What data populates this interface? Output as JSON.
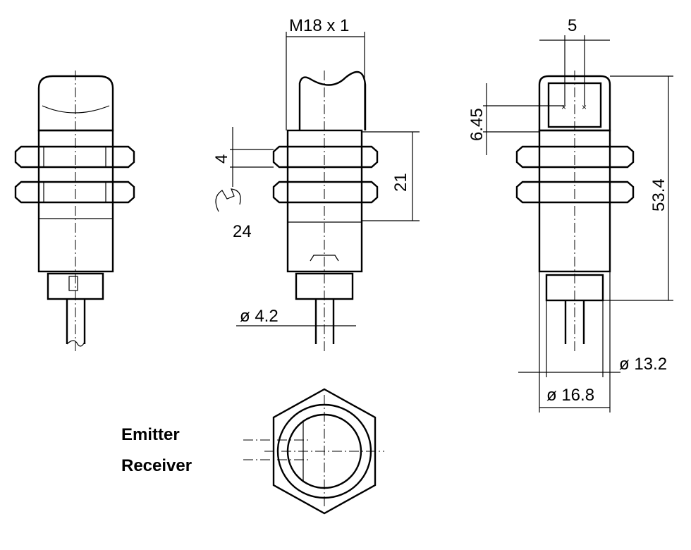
{
  "dimensions": {
    "thread": "M18 x 1",
    "nut_thickness": "4",
    "wrench_size": "24",
    "thread_length": "21",
    "cable_diameter": "ø 4.2",
    "lens_spacing": "5",
    "lens_offset": "6.45",
    "total_length": "53.4",
    "connector_diameter": "ø 13.2",
    "body_diameter": "ø 16.8"
  },
  "labels": {
    "emitter": "Emitter",
    "receiver": "Receiver"
  }
}
